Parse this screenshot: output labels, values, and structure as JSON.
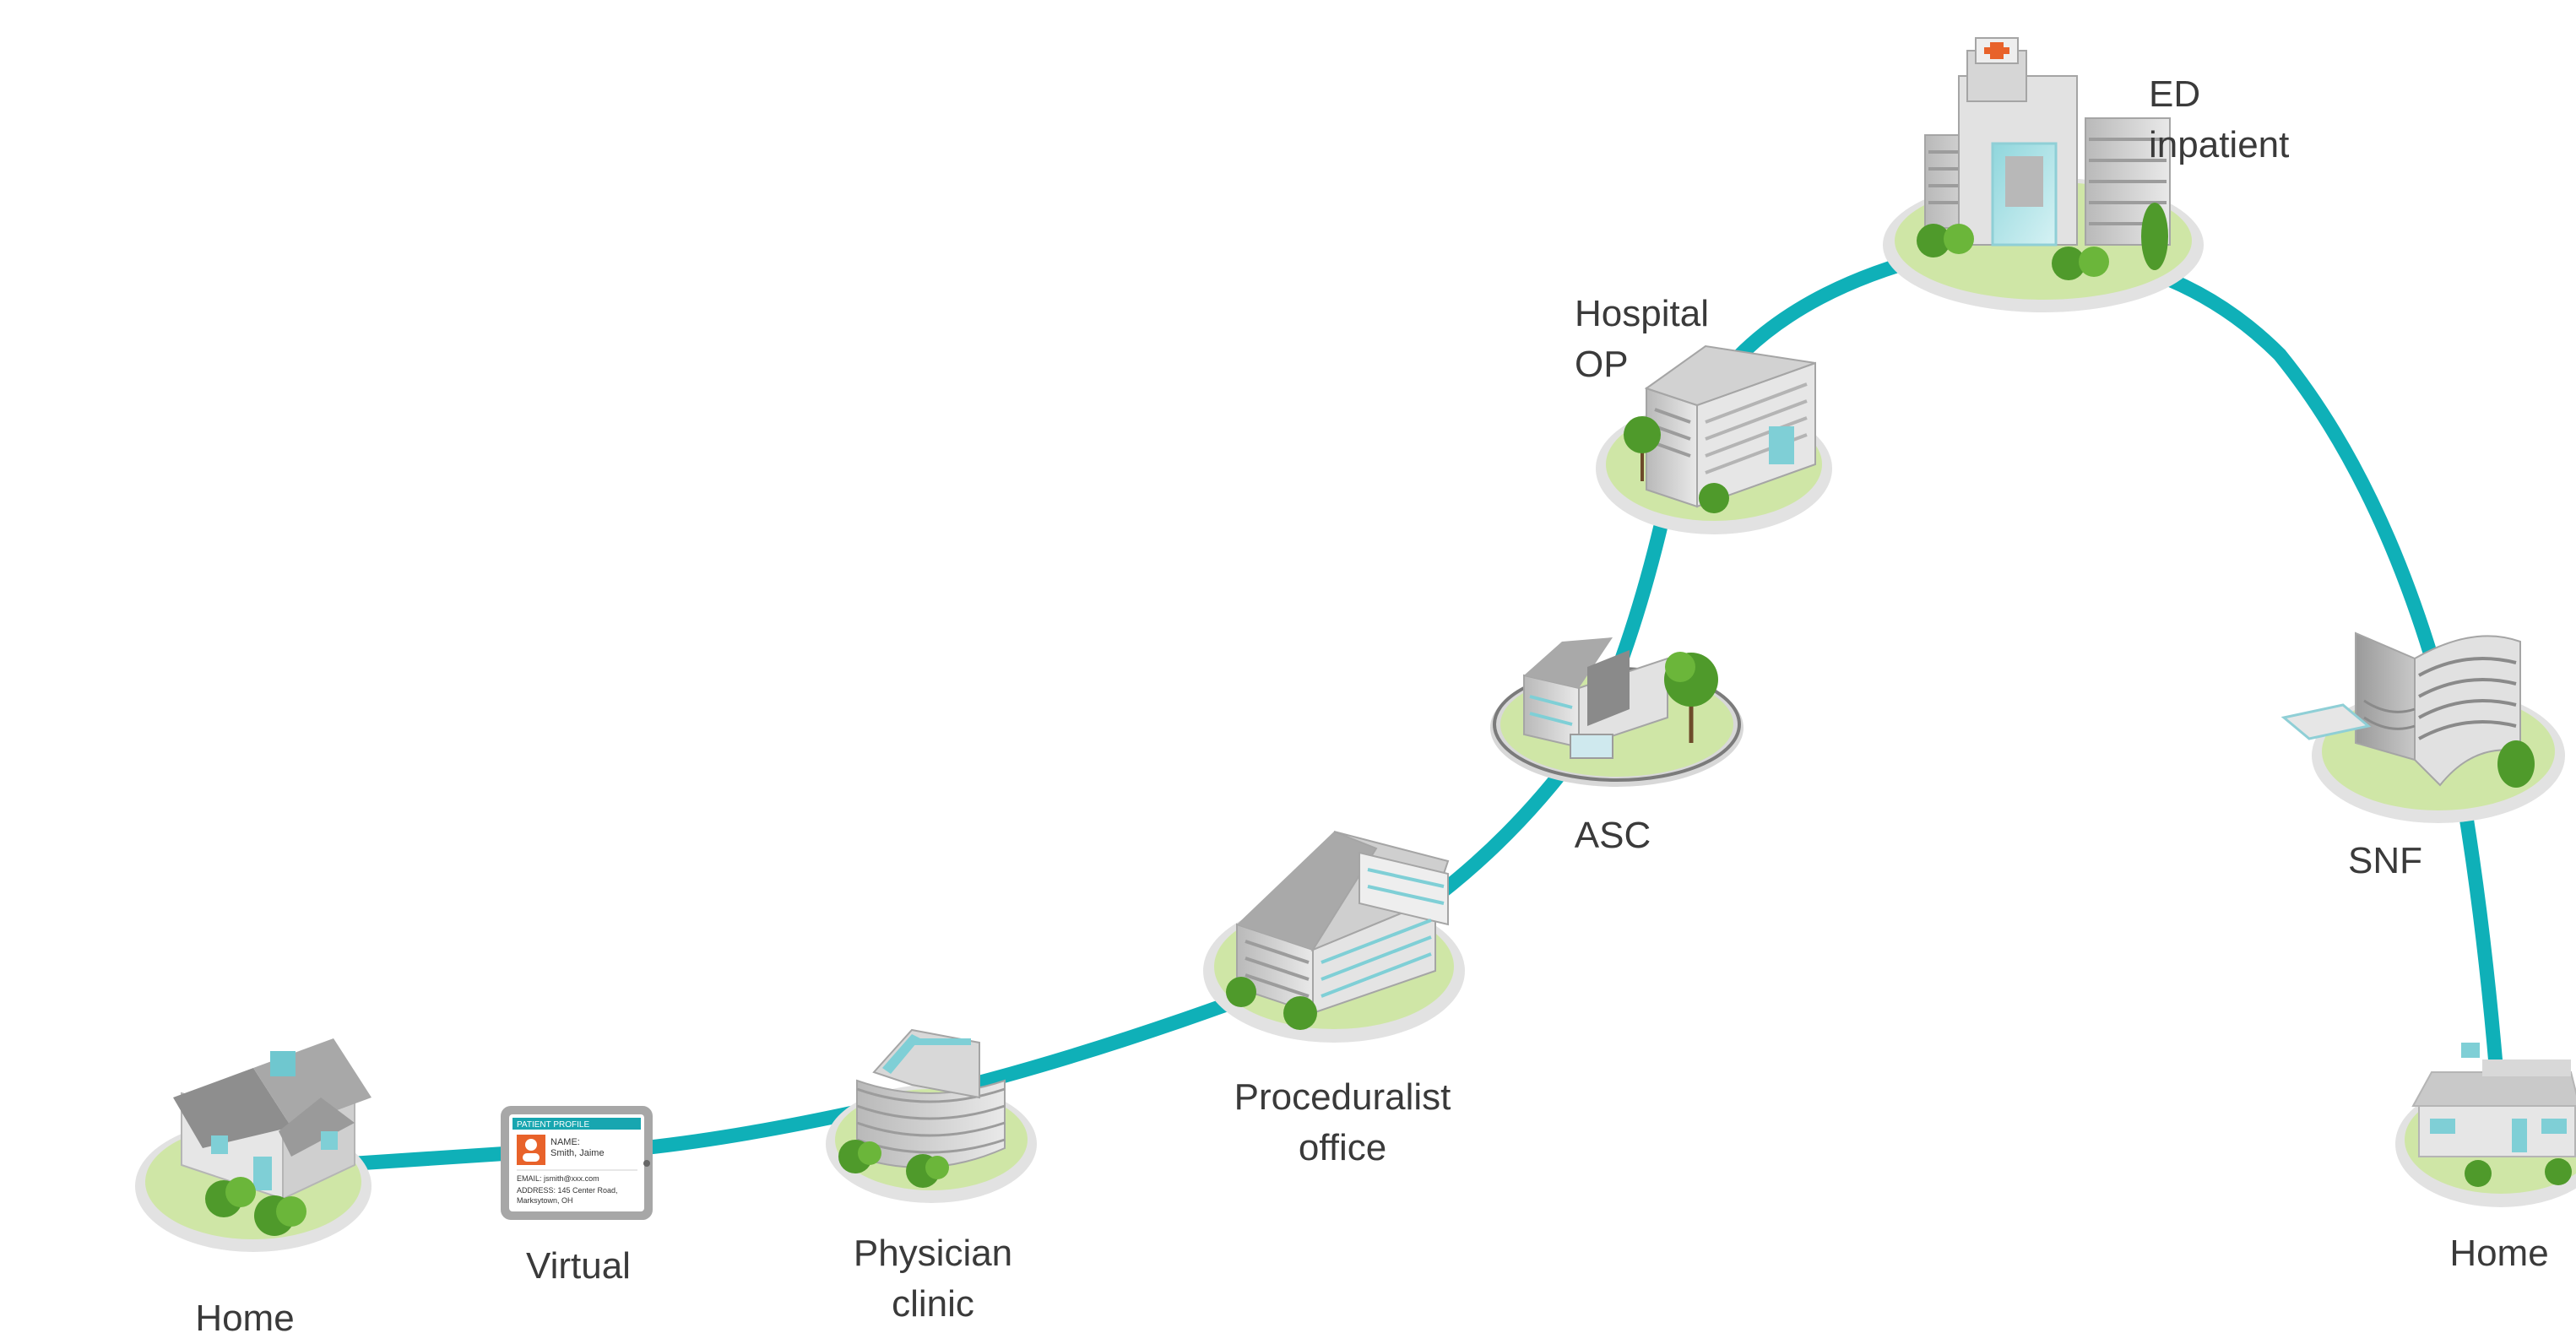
{
  "diagram": {
    "path_color": "#0fb0b8",
    "base_color": "#cbe3a0",
    "stops": [
      {
        "id": "home-start",
        "icon": "house-icon",
        "lines": [
          "Home"
        ]
      },
      {
        "id": "virtual",
        "icon": "tablet-icon",
        "lines": [
          "Virtual"
        ]
      },
      {
        "id": "physician-clinic",
        "icon": "clinic-building-icon",
        "lines": [
          "Physician",
          "clinic"
        ]
      },
      {
        "id": "proceduralist-office",
        "icon": "office-building-icon",
        "lines": [
          "Proceduralist",
          "office"
        ]
      },
      {
        "id": "asc",
        "icon": "surgery-center-icon",
        "lines": [
          "ASC"
        ]
      },
      {
        "id": "hospital-op",
        "icon": "outpatient-hospital-icon",
        "lines": [
          "Hospital",
          "OP"
        ]
      },
      {
        "id": "ed-inpatient",
        "icon": "hospital-icon",
        "lines": [
          "ED",
          "inpatient"
        ]
      },
      {
        "id": "snf",
        "icon": "nursing-facility-icon",
        "lines": [
          "SNF"
        ]
      },
      {
        "id": "home-end",
        "icon": "house-icon",
        "lines": [
          "Home"
        ]
      }
    ],
    "tablet": {
      "header": "PATIENT PROFILE",
      "name_label": "NAME:",
      "name_value": "Smith, Jaime",
      "email": "EMAIL: jsmith@xxx.com",
      "address": "ADDRESS: 145 Center Road,",
      "city": "Marksytown, OH"
    }
  }
}
